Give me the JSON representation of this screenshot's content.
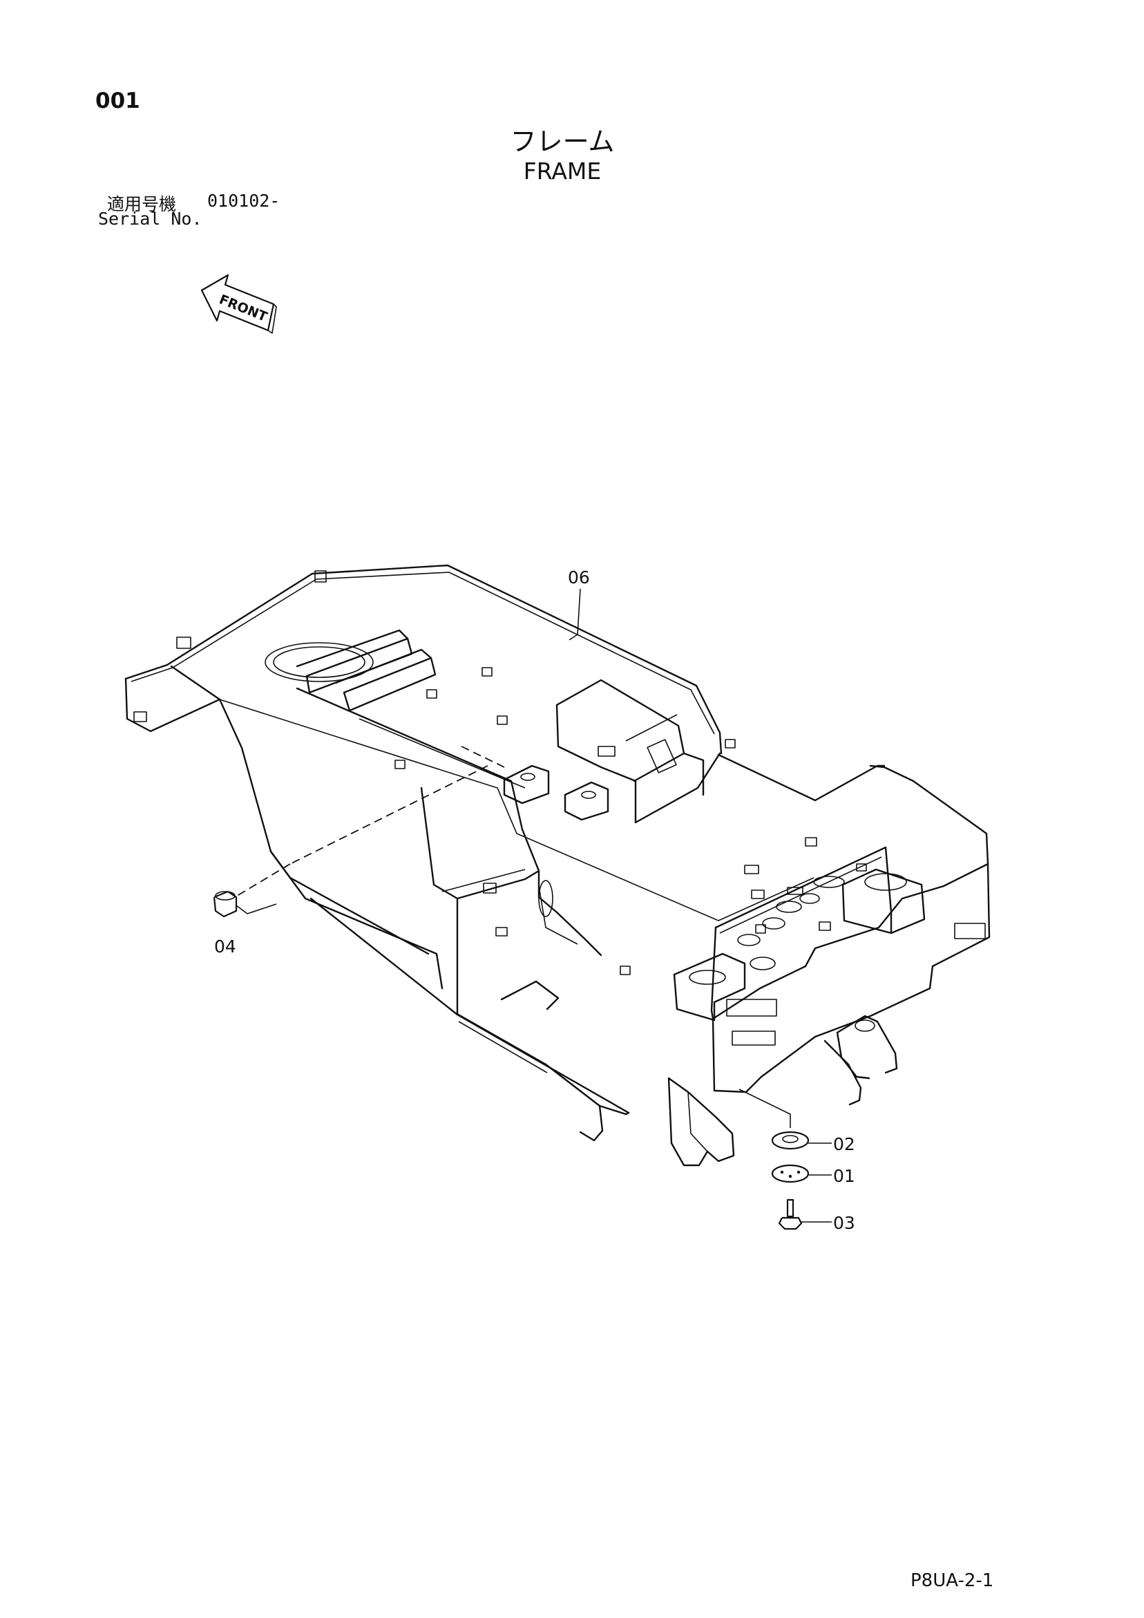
{
  "page_number": "001",
  "title": {
    "japanese": "フレーム",
    "english": "FRAME"
  },
  "serial": {
    "label_japanese": "適用号機",
    "label_english": "Serial No.",
    "value": "010102-"
  },
  "front_indicator": "FRONT",
  "callouts": {
    "frame": "06",
    "plug": "04",
    "spacer": "02",
    "plate": "01",
    "bolt": "03"
  },
  "page_code": "P8UA-2-1"
}
